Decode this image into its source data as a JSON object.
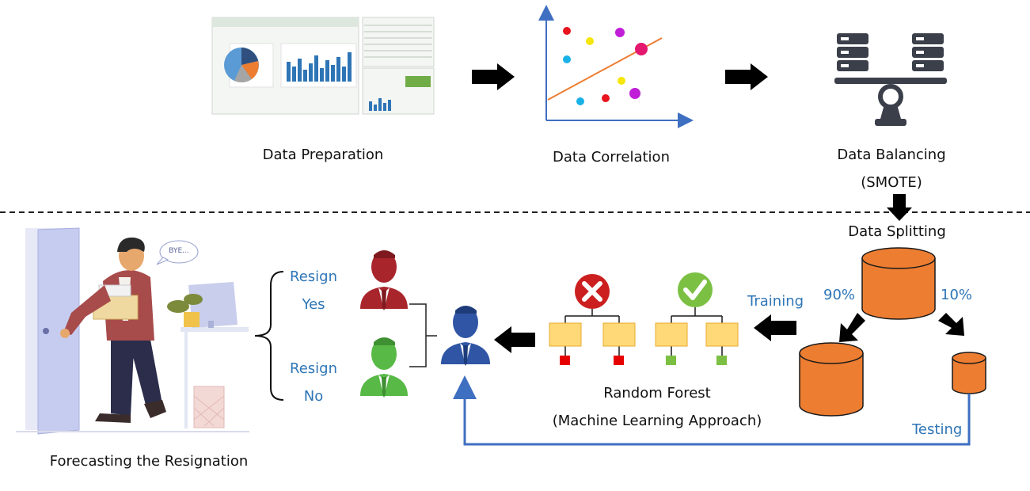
{
  "top_row": {
    "step1": "Data Preparation",
    "step2": "Data Correlation",
    "step3_line1": "Data Balancing",
    "step3_line2": "(SMOTE)"
  },
  "splitting": {
    "title": "Data Splitting",
    "train_pct": "90%",
    "test_pct": "10%",
    "training_label": "Training",
    "testing_label": "Testing"
  },
  "model": {
    "line1": "Random Forest",
    "line2": "(Machine Learning Approach)"
  },
  "outcomes": {
    "yes_line1": "Resign",
    "yes_line2": "Yes",
    "no_line1": "Resign",
    "no_line2": "No"
  },
  "forecast": {
    "label": "Forecasting the Resignation",
    "speech": "BYE..."
  },
  "colors": {
    "accent_blue": "#2e75b6",
    "cylinder": "#ed7d31",
    "red_person": "#a8252b",
    "green_person": "#58b947",
    "blue_person": "#2f55a4"
  }
}
